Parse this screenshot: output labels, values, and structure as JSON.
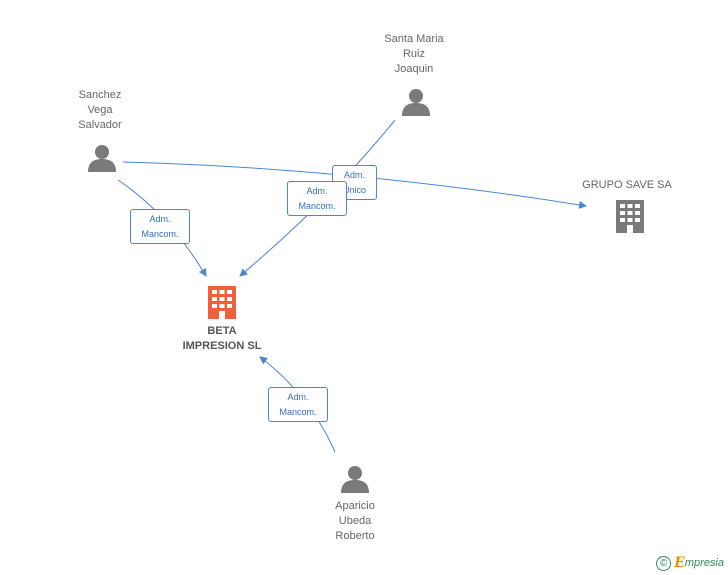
{
  "nodes": {
    "beta": {
      "lines": [
        "BETA",
        "IMPRESION SL"
      ],
      "kind": "company-main"
    },
    "grupo": {
      "lines": [
        "GRUPO SAVE SA"
      ],
      "kind": "company"
    },
    "santa": {
      "lines": [
        "Santa Maria",
        "Ruiz",
        "Joaquin"
      ],
      "kind": "person"
    },
    "sanchez": {
      "lines": [
        "Sanchez",
        "Vega",
        "Salvador"
      ],
      "kind": "person"
    },
    "aparicio": {
      "lines": [
        "Aparicio",
        "Ubeda",
        "Roberto"
      ],
      "kind": "person"
    }
  },
  "edges": {
    "sanchez_beta": {
      "lines": [
        "Adm.",
        "Mancom."
      ]
    },
    "santa_beta": {
      "lines": [
        "Adm.",
        "Mancom."
      ]
    },
    "sanchez_grupo": {
      "lines": [
        "Adm.",
        "Unico"
      ]
    },
    "aparicio_beta": {
      "lines": [
        "Adm.",
        "Mancom."
      ]
    }
  },
  "icons": {
    "person": "person-icon",
    "company": "building-icon"
  },
  "colors": {
    "edge": "#4a86d4",
    "person_icon": "#7a7a7a",
    "company_icon": "#7a7a7a",
    "main_company_icon": "#f0603a"
  },
  "footer": {
    "copyright_symbol": "©",
    "brand_initial": "E",
    "brand_rest": "mpresia"
  }
}
